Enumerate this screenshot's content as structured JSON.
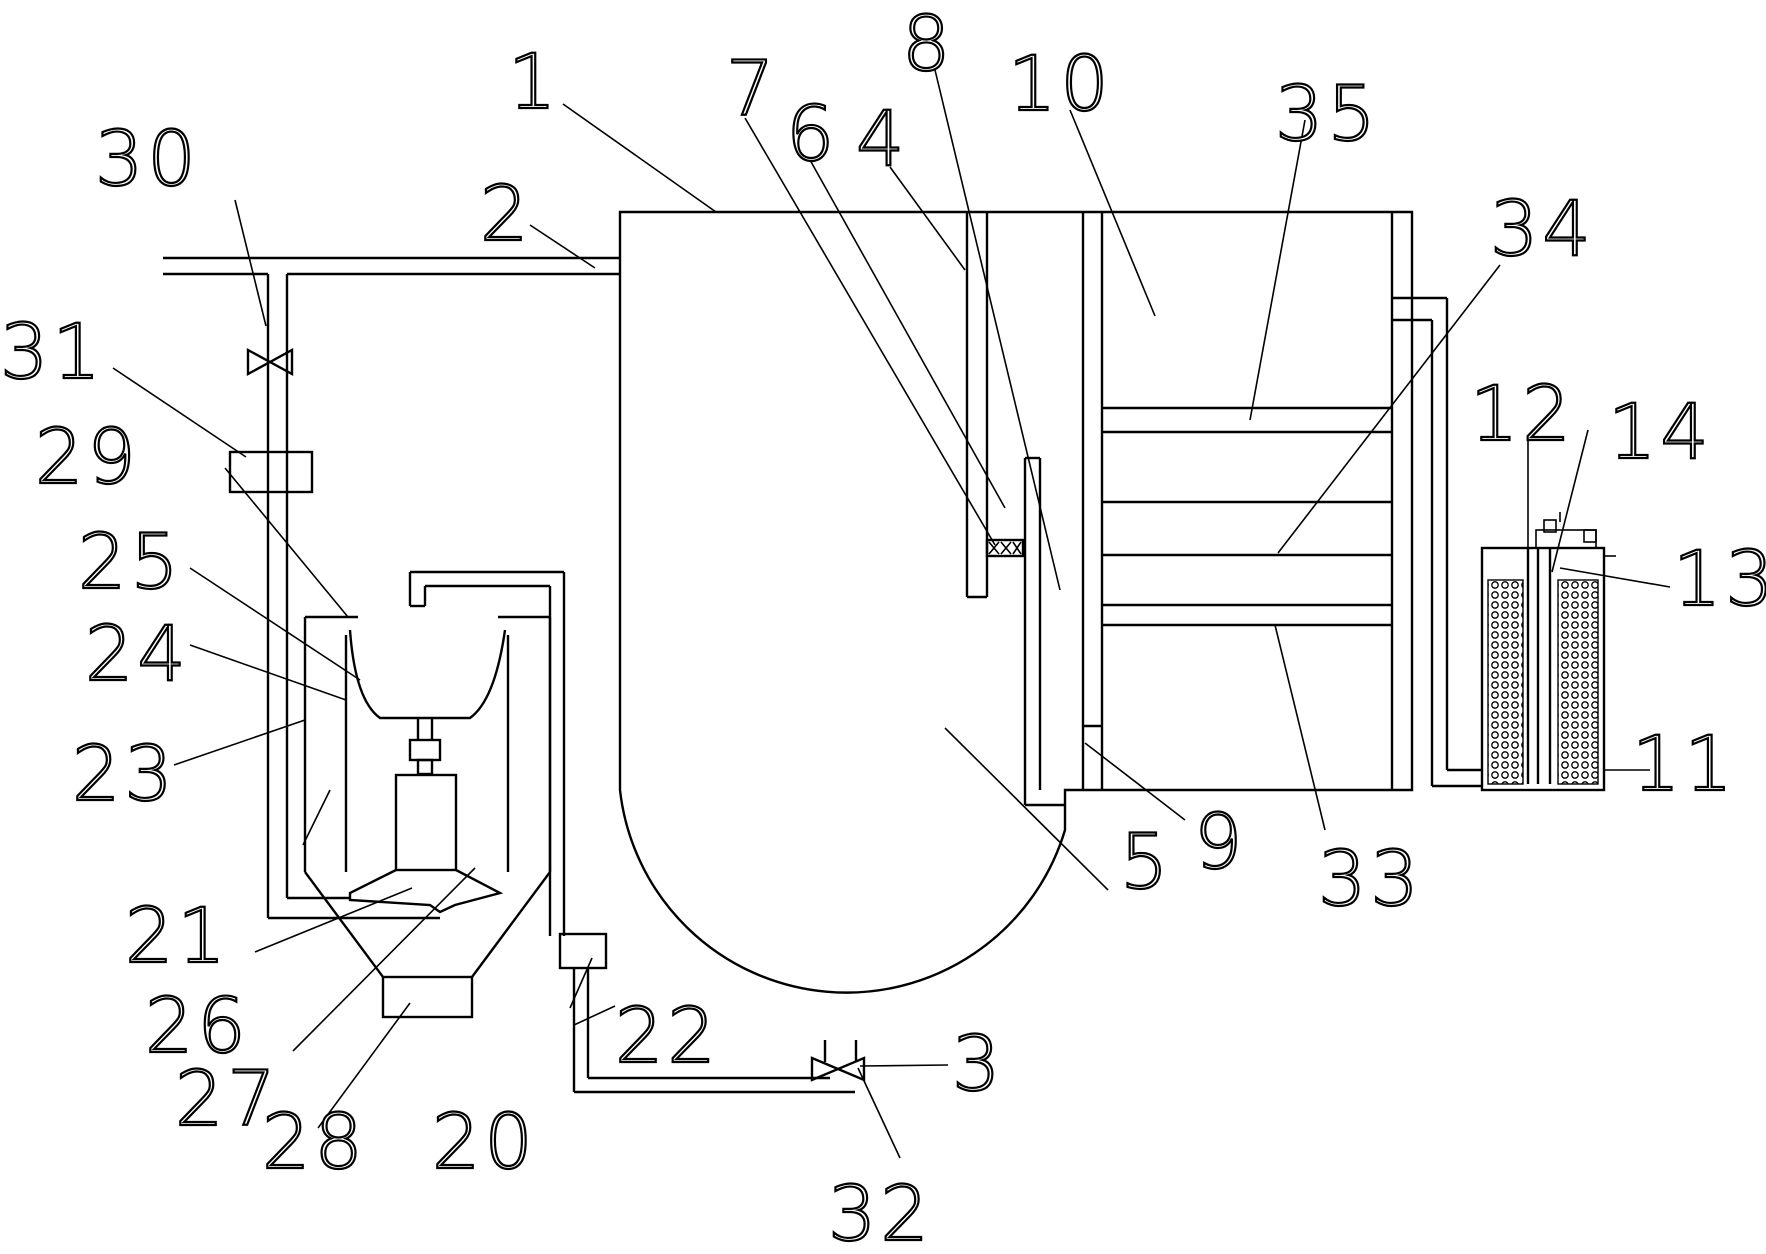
{
  "diagram": {
    "labels": {
      "l1": "1",
      "l2": "2",
      "l3": "3",
      "l4": "4",
      "l5": "5",
      "l6": "6",
      "l7": "7",
      "l8": "8",
      "l9": "9",
      "l10": "10",
      "l11": "11",
      "l12": "12",
      "l13": "13",
      "l14": "14",
      "l20": "20",
      "l21": "21",
      "l22": "22",
      "l23": "23",
      "l24": "24",
      "l25": "25",
      "l26": "26",
      "l27": "27",
      "l28": "28",
      "l29": "29",
      "l30": "30",
      "l31": "31",
      "l32": "32",
      "l33": "33",
      "l34": "34",
      "l35": "35"
    }
  }
}
